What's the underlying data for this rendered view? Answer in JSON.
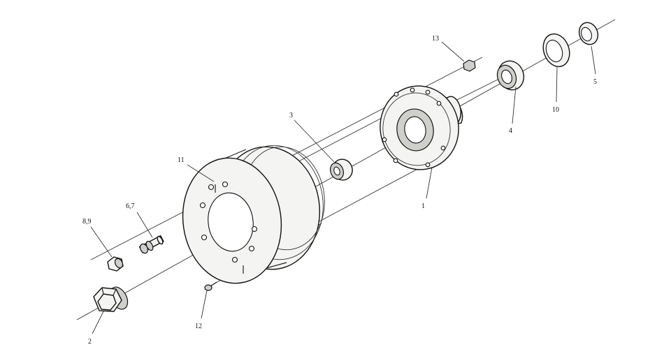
{
  "diagram": {
    "labels": {
      "p1": "1",
      "p2": "2",
      "p3": "3",
      "p4": "4",
      "p5": "5",
      "p67": "6,7",
      "p89": "8,9",
      "p10": "10",
      "p11": "11",
      "p12": "12",
      "p13": "13"
    }
  }
}
